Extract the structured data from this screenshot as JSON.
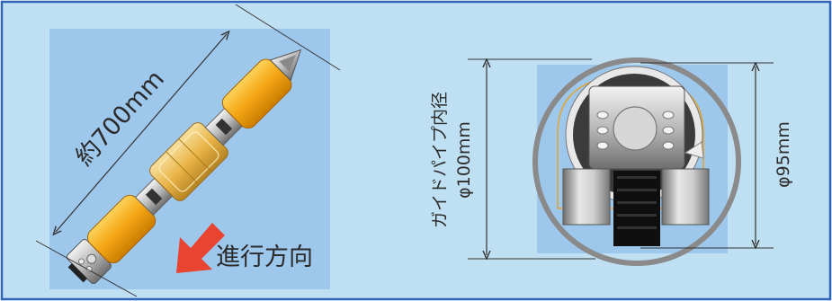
{
  "left_figure": {
    "length_label": "約700mm",
    "direction_label": "進行方向"
  },
  "right_figure": {
    "guide_pipe_label": "ガイドパイプ内径",
    "guide_pipe_value": "φ100mm",
    "robot_diameter_label": "φ95mm"
  },
  "colors": {
    "panel_bg": "#bfe0f2",
    "panel_border": "#2f66b8",
    "image_bg": "#9ec7ec",
    "module_orange": "#f2a514",
    "arrow_red": "#e8442f",
    "pipe_ring": "#8a8a8a"
  }
}
